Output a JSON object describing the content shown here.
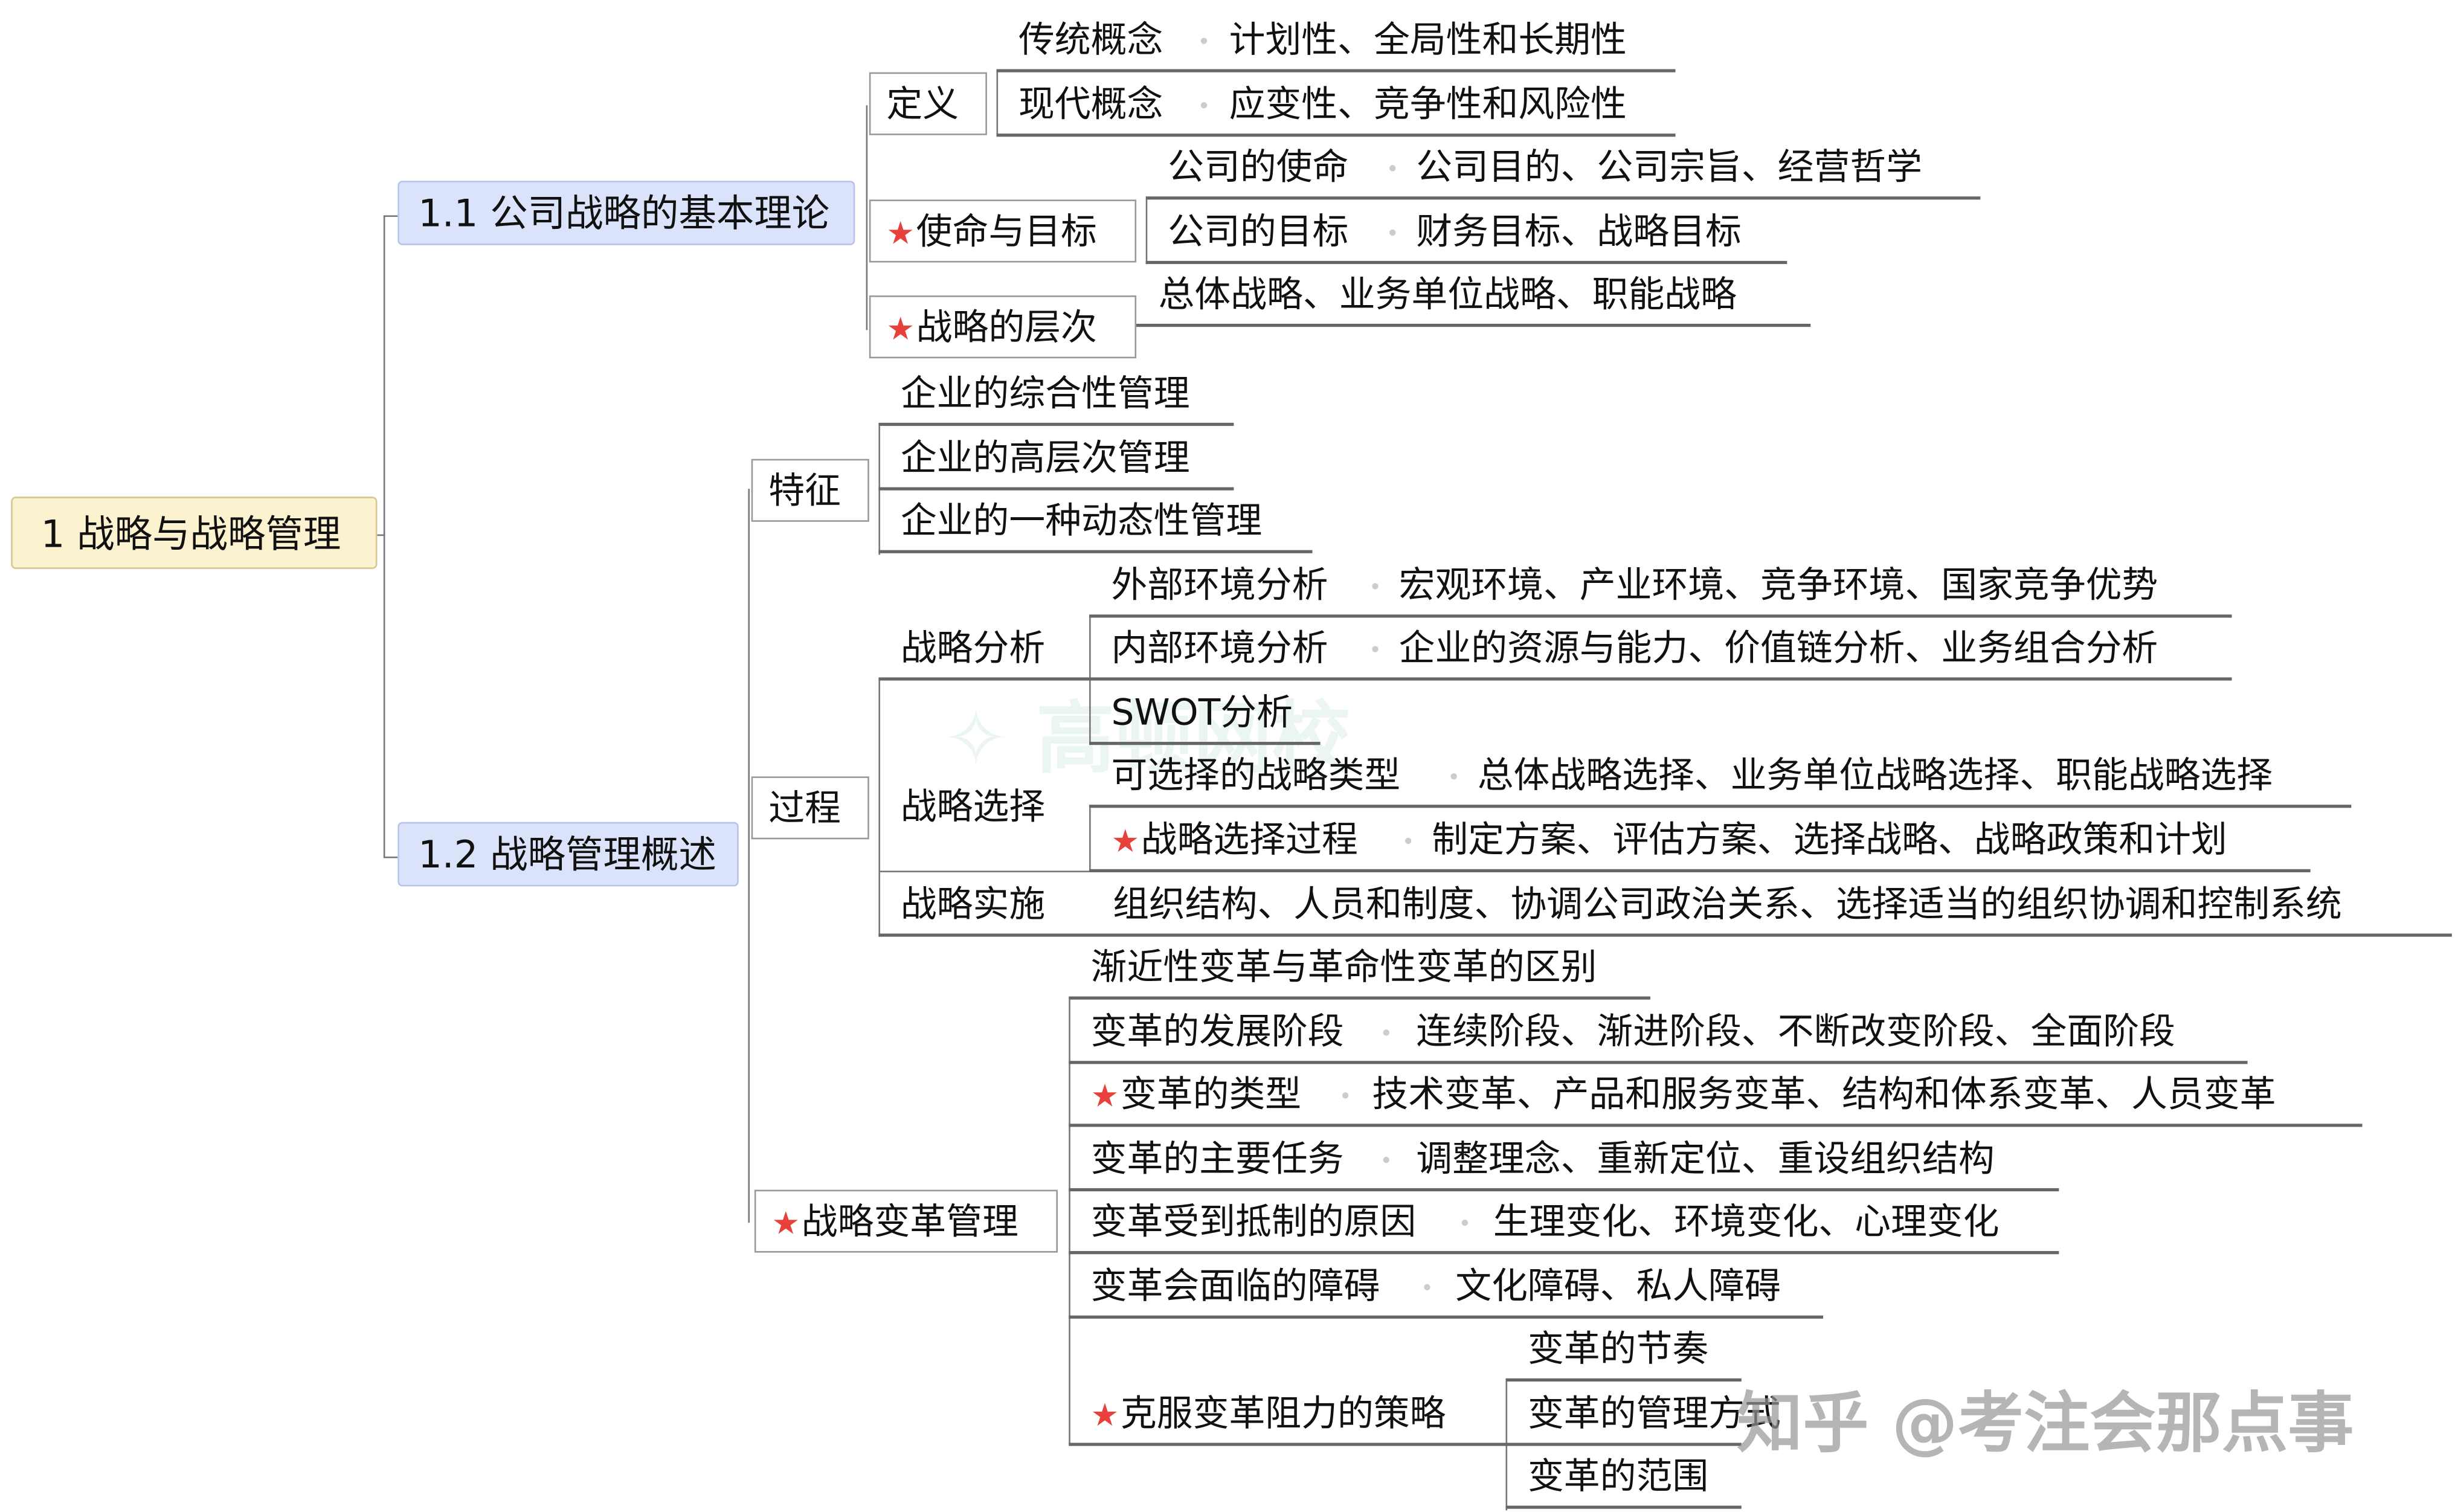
{
  "root": {
    "label": "1 战略与战略管理"
  },
  "b11": {
    "label": "1.1 公司战略的基本理论",
    "definition": {
      "label": "定义",
      "items": [
        {
          "label": "传统概念",
          "detail": "计划性、全局性和长期性"
        },
        {
          "label": "现代概念",
          "detail": "应变性、竞争性和风险性"
        }
      ]
    },
    "mission": {
      "label": "使命与目标",
      "starred": true,
      "items": [
        {
          "label": "公司的使命",
          "detail": "公司目的、公司宗旨、经营哲学"
        },
        {
          "label": "公司的目标",
          "detail": "财务目标、战略目标"
        }
      ]
    },
    "levels": {
      "label": "战略的层次",
      "starred": true,
      "detail": "总体战略、业务单位战略、职能战略"
    }
  },
  "b12": {
    "label": "1.2 战略管理概述",
    "features": {
      "label": "特征",
      "items": [
        "企业的综合性管理",
        "企业的高层次管理",
        "企业的一种动态性管理"
      ]
    },
    "process": {
      "label": "过程",
      "analysis": {
        "label": "战略分析",
        "items": [
          {
            "label": "外部环境分析",
            "detail": "宏观环境、产业环境、竞争环境、国家竞争优势"
          },
          {
            "label": "内部环境分析",
            "detail": "企业的资源与能力、价值链分析、业务组合分析"
          },
          {
            "label": "SWOT分析"
          }
        ]
      },
      "choice": {
        "label": "战略选择",
        "items": [
          {
            "label": "可选择的战略类型",
            "detail": "总体战略选择、业务单位战略选择、职能战略选择"
          },
          {
            "label": "战略选择过程",
            "starred": true,
            "detail": "制定方案、评估方案、选择战略、战略政策和计划"
          }
        ]
      },
      "implementation": {
        "label": "战略实施",
        "detail": "组织结构、人员和制度、协调公司政治关系、选择适当的组织协调和控制系统"
      }
    },
    "change": {
      "label": "战略变革管理",
      "starred": true,
      "items": [
        {
          "label": "渐近性变革与革命性变革的区别"
        },
        {
          "label": "变革的发展阶段",
          "detail": "连续阶段、渐进阶段、不断改变阶段、全面阶段"
        },
        {
          "label": "变革的类型",
          "starred": true,
          "detail": "技术变革、产品和服务变革、结构和体系变革、人员变革"
        },
        {
          "label": "变革的主要任务",
          "detail": "调整理念、重新定位、重设组织结构"
        },
        {
          "label": "变革受到抵制的原因",
          "detail": "生理变化、环境变化、心理变化"
        },
        {
          "label": "变革会面临的障碍",
          "detail": "文化障碍、私人障碍"
        },
        {
          "label": "克服变革阻力的策略",
          "starred": true,
          "children": [
            "变革的节奏",
            "变革的管理方式",
            "变革的范围"
          ]
        }
      ]
    }
  },
  "watermarks": {
    "zhihu": "知乎 @考注会那点事",
    "logo": "高顿网校"
  },
  "colors": {
    "root_bg": "#fbf2cf",
    "level1_bg": "#dbe3fb",
    "star": "#e8403a"
  }
}
